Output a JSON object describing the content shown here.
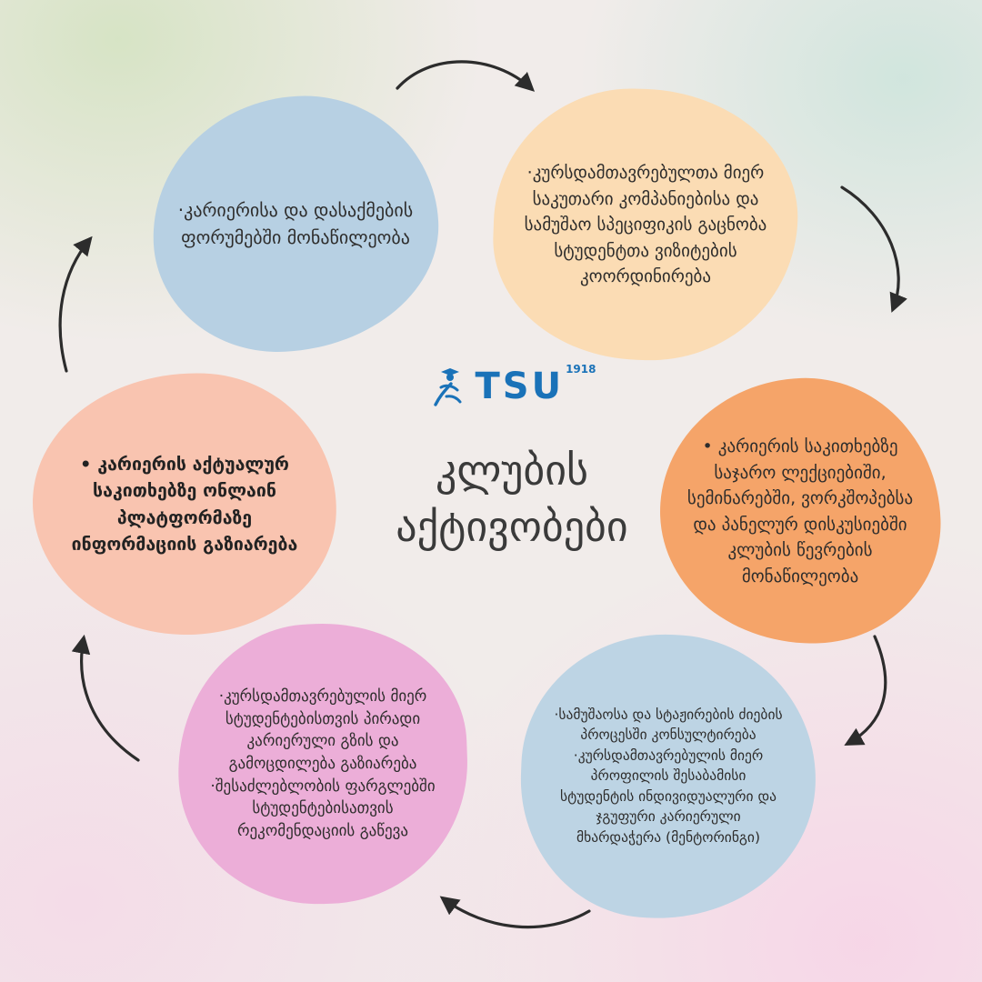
{
  "center": {
    "logo_icon": "tsu-runner-graduate-icon",
    "logo_text": "TSU",
    "logo_year": "1918",
    "logo_color": "#1a72b8",
    "title": "კლუბის აქტივობები"
  },
  "blobs": [
    {
      "id": "career-employment-forums",
      "color": "#b7d0e3",
      "text": "·კარიერისა და დასაქმების ფორუმებში მონაწილეობა"
    },
    {
      "id": "alumni-company-visits",
      "color": "#fbdcb4",
      "text": "·კურსდამთავრებულთა მიერ საკუთარი კომპანიებისა და სამუშაო სპეციფიკის გაცნობა სტუდენტთა ვიზიტების კოორდინირება"
    },
    {
      "id": "public-lectures-participation",
      "color": "#f5a469",
      "text": "• კარიერის საკითხებზე საჯარო ლექციებიში, სემინარებში, ვორკშოპებსა და პანელურ დისკუსიებში კლუბის წევრების მონაწილეობა"
    },
    {
      "id": "job-consulting-mentoring",
      "color": "#bdd4e4",
      "text": "·სამუშაოსა და სტაჟირების ძიების პროცესში კონსულტირება\n·კურსდამთავრებულის მიერ პროფილის შესაბამისი სტუდენტის ინდივიდუალური და ჯგუფური კარიერული მხარდაჭერა (მენტორინგი)"
    },
    {
      "id": "experience-sharing-recommendations",
      "color": "#ecaed8",
      "text": "·კურსდამთავრებულის მიერ სტუდენტებისთვის პირადი კარიერული გზის და გამოცდილება გაზიარება\n·შესაძლებლობის ფარგლებში სტუდენტებისათვის რეკომენდაციის გაწევა"
    },
    {
      "id": "online-platform-information",
      "color": "#f9c4b0",
      "text": "• კარიერის აქტუალურ საკითხებზე ონლაინ პლატფორმაზე ინფორმაციის გაზიარება"
    }
  ],
  "icons": {
    "arrows": [
      "curved-arrow-top",
      "curved-arrow-right-upper",
      "curved-arrow-right-lower",
      "curved-arrow-bottom",
      "curved-arrow-left-lower",
      "curved-arrow-left-upper"
    ]
  }
}
